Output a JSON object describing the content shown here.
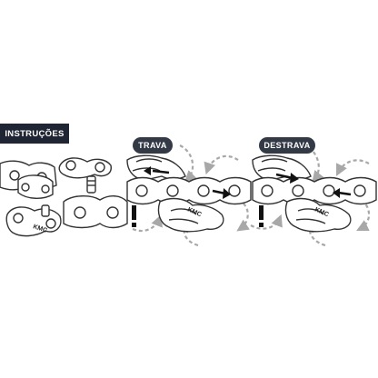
{
  "header": {
    "title": "INSTRUÇÕES"
  },
  "labels": {
    "lock": "TRAVA",
    "unlock": "DESTRAVA",
    "brand": "KMC",
    "warning": "!"
  },
  "colors": {
    "badge_bg": "#1f2533",
    "pill_bg": "#333a45",
    "line": "#333333",
    "dashed_arrow": "#a8a8a8",
    "arrow": "#111111"
  },
  "icons": [
    "exclamation-icon",
    "arrow-icon",
    "dashed-curved-arrow-icon"
  ]
}
